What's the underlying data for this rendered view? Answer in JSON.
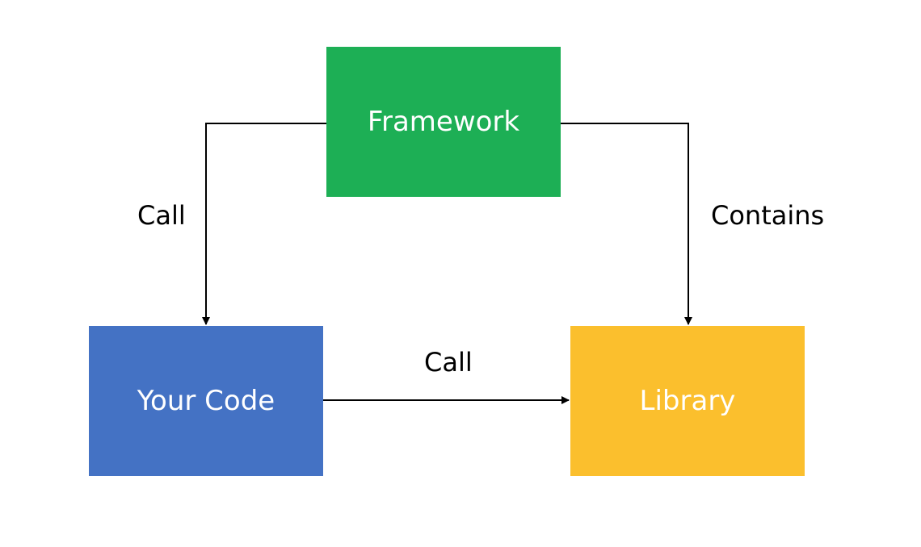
{
  "nodes": {
    "framework": {
      "label": "Framework",
      "color": "#1daf55"
    },
    "your_code": {
      "label": "Your Code",
      "color": "#4472c4"
    },
    "library": {
      "label": "Library",
      "color": "#fbbf2d"
    }
  },
  "edges": {
    "framework_to_your_code": {
      "label": "Call"
    },
    "framework_to_library": {
      "label": "Contains"
    },
    "your_code_to_library": {
      "label": "Call"
    }
  },
  "colors": {
    "line": "#000000",
    "background": "#ffffff"
  }
}
